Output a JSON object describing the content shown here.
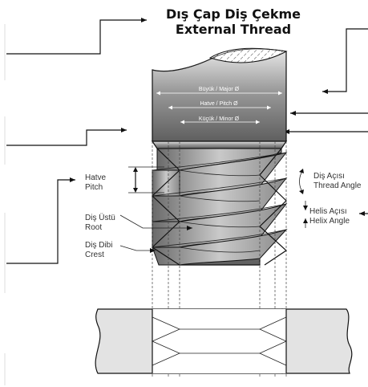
{
  "title": {
    "line1": "Dış Çap Diş Çekme",
    "line2": "External Thread"
  },
  "dimensions": {
    "major": "Büyük / Major Ø",
    "pitch": "Hatve / Pitch Ø",
    "minor": "Küçük / Minor Ø"
  },
  "labels": {
    "pitch_tr": "Hatve",
    "pitch_en": "Pitch",
    "thread_angle_tr": "Diş Açısı",
    "thread_angle_en": "Thread Angle",
    "helix_angle_tr": "Helis Açısı",
    "helix_angle_en": "Helix Angle",
    "root_tr": "Diş Üstü",
    "root_en": "Root",
    "crest_tr": "Diş Dibi",
    "crest_en": "Crest"
  },
  "colors": {
    "metal_dark": "#6f6f6f",
    "metal_light": "#e6e6e6",
    "nut": "#e3e3e3",
    "line": "#111111"
  }
}
